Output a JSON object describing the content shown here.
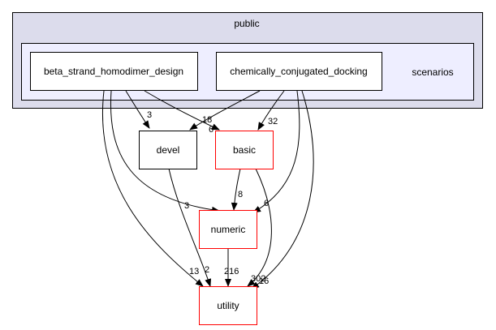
{
  "colors": {
    "outer_cluster_fill": "#dcdcec",
    "inner_cluster_fill": "#eeeeff",
    "cluster_stroke": "#000000",
    "dir_node_stroke": "#000000",
    "external_node_stroke": "#ff0000",
    "edge": "#000000"
  },
  "clusters": {
    "outer_label": "public",
    "inner_label": "scenarios"
  },
  "nodes": {
    "beta": "beta_strand_homodimer_design",
    "chem": "chemically_conjugated_docking",
    "devel": "devel",
    "basic": "basic",
    "numeric": "numeric",
    "utility": "utility"
  },
  "edge_labels": {
    "beta_devel": "3",
    "beta_basic": "18",
    "chem_devel": "6",
    "chem_basic": "32",
    "beta_numeric": "3",
    "basic_numeric": "8",
    "chem_numeric": "6",
    "beta_utility": "13",
    "devel_utility": "2",
    "numeric_utility": "216",
    "basic_utility": "302",
    "chem_utility": "16"
  }
}
